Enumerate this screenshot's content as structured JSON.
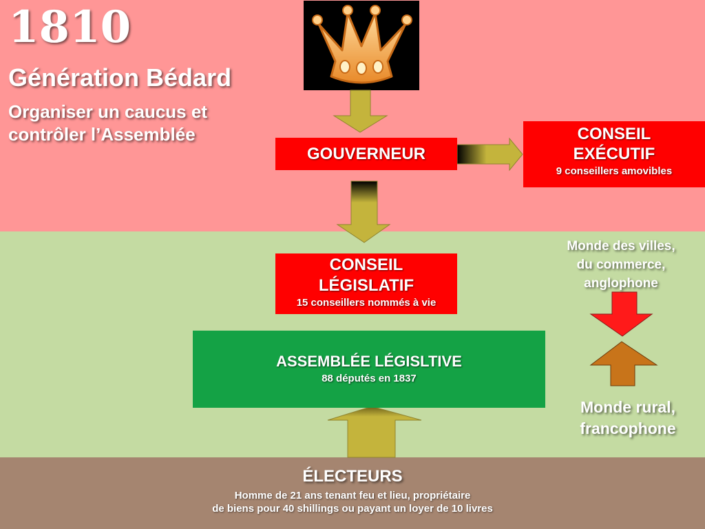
{
  "header": {
    "year": "1810",
    "title": "Génération Bédard",
    "subtitle": "Organiser un caucus et contrôler l’Assemblée"
  },
  "nodes": {
    "gouverneur": {
      "title": "GOUVERNEUR"
    },
    "conseil_executif": {
      "title_line1": "CONSEIL",
      "title_line2": "EXÉCUTIF",
      "subtitle": "9 conseillers amovibles"
    },
    "conseil_legislatif": {
      "title_line1": "CONSEIL",
      "title_line2": "LÉGISLATIF",
      "subtitle": "15 conseillers  nommés à vie"
    },
    "assemblee": {
      "title": "ASSEMBLÉE LÉGISLTIVE",
      "subtitle": "88 députés en 1837"
    },
    "electeurs": {
      "title": "ÉLECTEURS",
      "line1": "Homme de 21 ans tenant feu et lieu, propriétaire",
      "line2": "de biens pour 40 shillings ou payant un loyer de 10 livres"
    }
  },
  "side": {
    "villes_line1": "Monde des villes,",
    "villes_line2": "du commerce,",
    "villes_line3": "anglophone",
    "rural_line1": "Monde rural,",
    "rural_line2": "francophone"
  },
  "colors": {
    "top_band": "#ff9696",
    "middle_band": "#c4dba2",
    "bottom_band": "#a58570",
    "red_box": "#ff0000",
    "green_box": "#14a245",
    "arrow_olive": "#c4b43c",
    "arrow_red": "#ff1a1a",
    "arrow_orange": "#c8741a"
  },
  "icons": {
    "crown": "crown-icon"
  }
}
